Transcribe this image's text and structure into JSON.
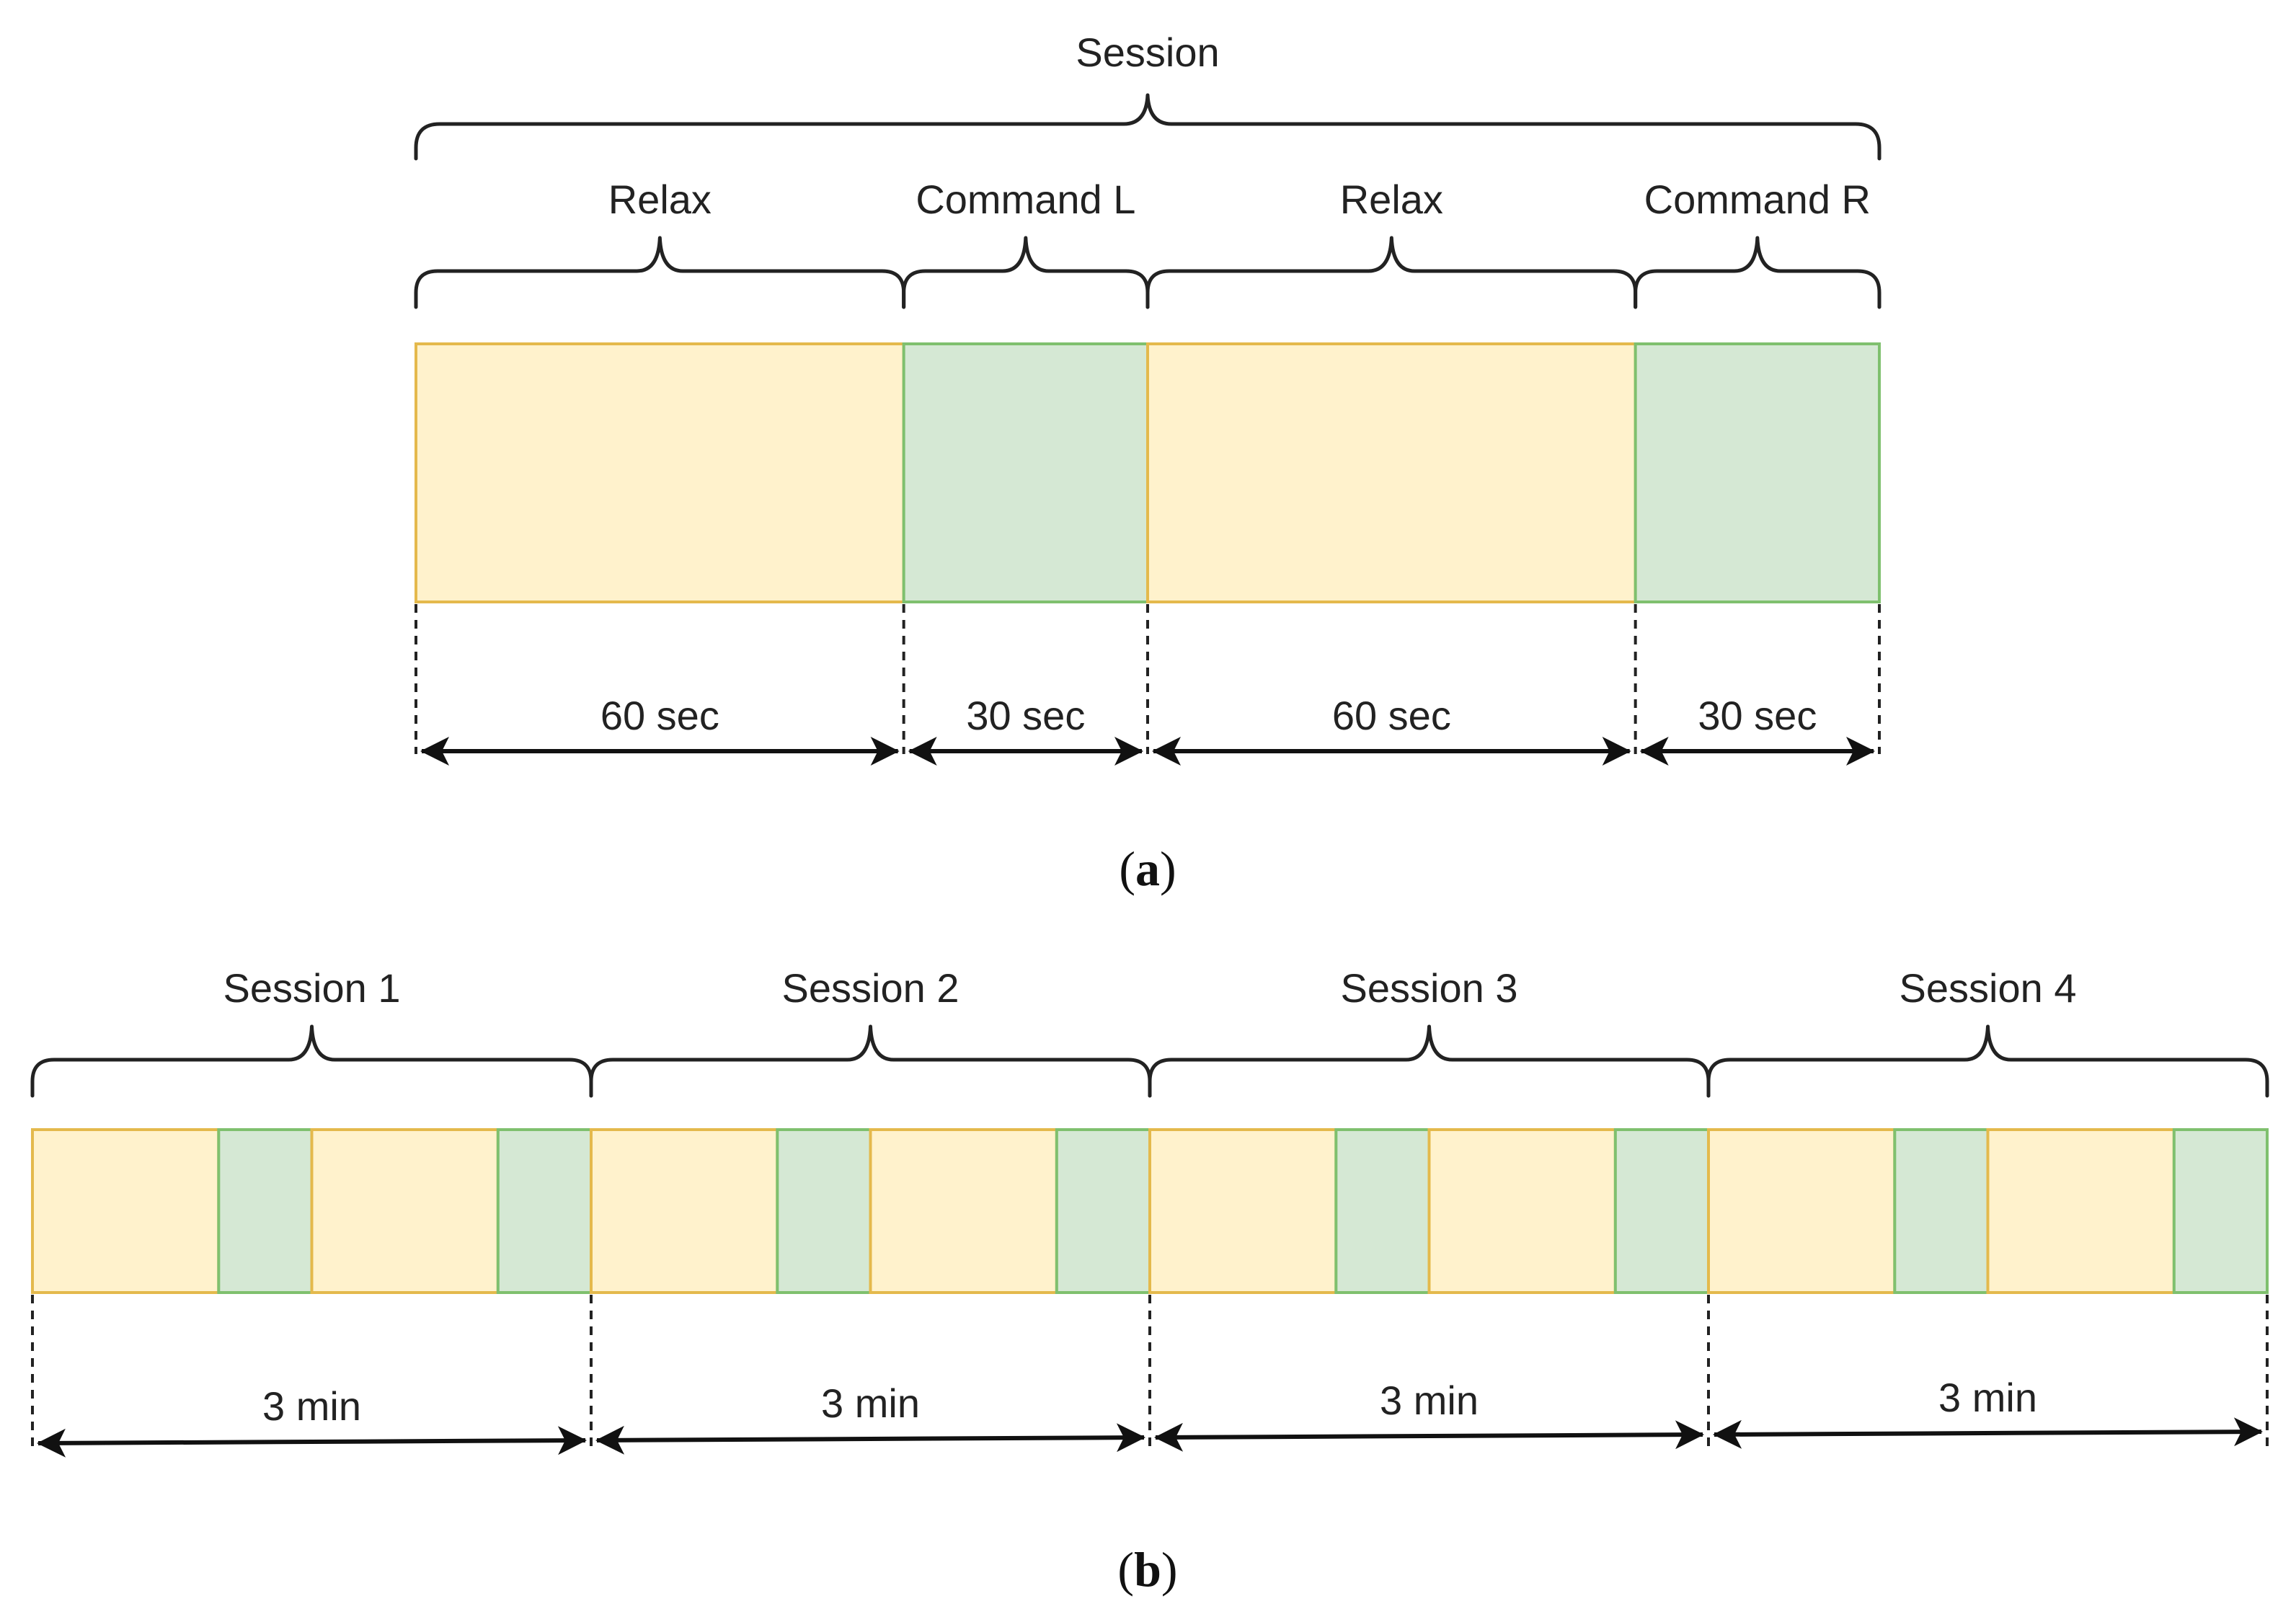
{
  "panel_a": {
    "caption": {
      "open": "(",
      "letter": "a",
      "close": ")"
    },
    "session_label": "Session",
    "phases": [
      {
        "label": "Relax",
        "kind": "relax",
        "duration_sec": 60,
        "duration_label": "60 sec"
      },
      {
        "label": "Command L",
        "kind": "command",
        "duration_sec": 30,
        "duration_label": "30 sec"
      },
      {
        "label": "Relax",
        "kind": "relax",
        "duration_sec": 60,
        "duration_label": "60 sec"
      },
      {
        "label": "Command R",
        "kind": "command",
        "duration_sec": 30,
        "duration_label": "30 sec"
      }
    ]
  },
  "panel_b": {
    "caption": {
      "open": "(",
      "letter": "b",
      "close": ")"
    },
    "sessions": [
      {
        "label": "Session 1",
        "duration_label": "3 min"
      },
      {
        "label": "Session 2",
        "duration_label": "3 min"
      },
      {
        "label": "Session 3",
        "duration_label": "3 min"
      },
      {
        "label": "Session 4",
        "duration_label": "3 min"
      }
    ],
    "blocks_per_session": [
      "relax",
      "command",
      "relax",
      "command"
    ],
    "block_seconds": [
      60,
      30,
      60,
      30
    ]
  },
  "colors": {
    "relax_fill": "#fff2cc",
    "relax_border": "#e4b94c",
    "command_fill": "#d5e8d4",
    "command_border": "#7fc06e"
  }
}
